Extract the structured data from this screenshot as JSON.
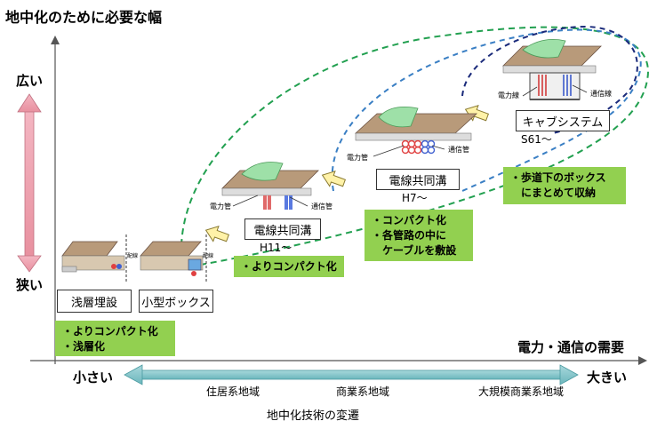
{
  "y_axis": {
    "title": "地中化のために必要な幅",
    "top": "広い",
    "bottom": "狭い"
  },
  "x_axis": {
    "title": "電力・通信の需要",
    "left": "小さい",
    "right": "大きい",
    "regions": [
      "住居系地域",
      "商業系地域",
      "大規模商業系地域"
    ],
    "caption": "地中化技術の変遷"
  },
  "methods": {
    "shallow": "浅層埋設",
    "small_box": "小型ボックス",
    "kyodo_h11": "電線共同溝",
    "kyodo_h11_era": "H11～",
    "kyodo_h7": "電線共同溝",
    "kyodo_h7_era": "H7～",
    "cab": "キャブシステム",
    "cab_era": "S61～"
  },
  "notes": {
    "bottom_left": [
      "・よりコンパクト化",
      "・浅層化"
    ],
    "h11": [
      "・よりコンパクト化"
    ],
    "h7": [
      "・コンパクト化",
      "・各管路の中に",
      "　ケーブルを敷設"
    ],
    "cab": [
      "・歩道下のボックス",
      "　にまとめて収納"
    ]
  },
  "labels": {
    "power_pipe": "電力管",
    "comm_pipe": "通信管",
    "power_line": "電力線",
    "comm_line": "通信線",
    "tiny": "配線"
  }
}
